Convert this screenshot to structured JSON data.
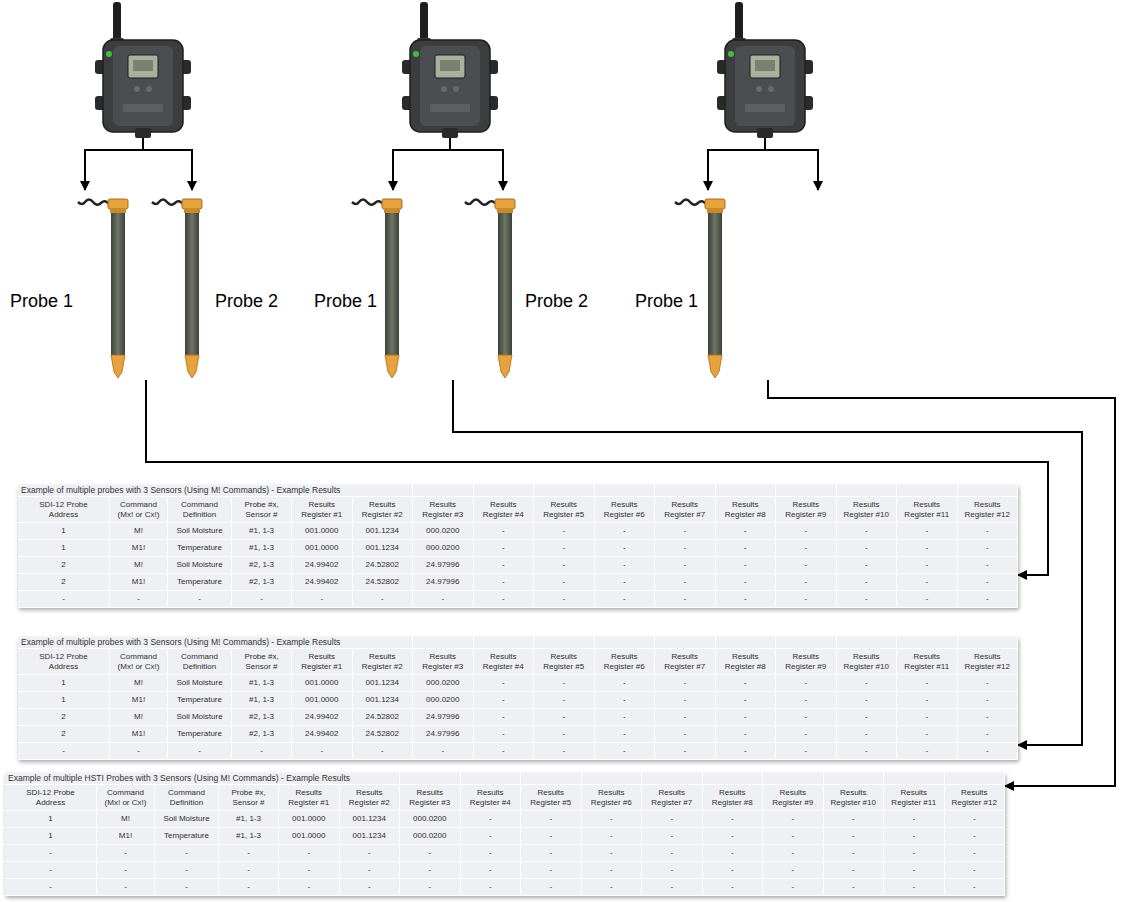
{
  "diagram": {
    "nodes": [
      {
        "text": [
          "Probe 1"
        ]
      },
      {
        "text": [
          "Probe 2"
        ]
      },
      {
        "text": [
          "Probe 1"
        ]
      },
      {
        "text": [
          "Probe 2"
        ]
      },
      {
        "text": [
          "Probe 1"
        ]
      },
      {
        "text": [
          "Example of multiple probes with 3 Sensors (Using M! Commands) - Example Results"
        ]
      },
      {
        "text": [
          "Example of multiple probes with 3 Sensors (Using M! Commands) - Example Results"
        ]
      },
      {
        "text": [
          "Example of multiple HSTI Probes with 3 Sensors (Using M! Commands) - Example Results"
        ]
      }
    ],
    "edges": [
      {
        "from": 0,
        "to": 5,
        "arrow": "to"
      },
      {
        "from": 2,
        "to": 6,
        "arrow": "to"
      },
      {
        "from": 4,
        "to": 7,
        "arrow": "to"
      }
    ],
    "labels": [
      "SDI-12 Probe Address",
      "Command (Mx! or Cx!)",
      "Command Definition",
      "Probe #x, Sensor #",
      "Results Register #1",
      "Results Register #2",
      "Results Register #3",
      "Results Register #4",
      "Results Register #5",
      "Results Register #6",
      "Results Register #7",
      "Results Register #8",
      "Results Register #9",
      "Results Register #10",
      "Results Register #11",
      "Results Register #12",
      "1",
      "M!",
      "Soil Moisture",
      "#1, 1-3",
      "001.0000",
      "001.1234",
      "000.0200",
      "-",
      "-",
      "-",
      "-",
      "-",
      "-",
      "-",
      "-",
      "-",
      "1",
      "M1!",
      "Temperature",
      "#1, 1-3",
      "001.0000",
      "001.1234",
      "000.0200",
      "-",
      "-",
      "-",
      "-",
      "-",
      "-",
      "-",
      "-",
      "-",
      "2",
      "M!",
      "Soil Moisture",
      "#2, 1-3",
      "24.99402",
      "24.52802",
      "24.97996",
      "-",
      "-",
      "-",
      "-",
      "-",
      "-",
      "-",
      "-",
      "-",
      "2",
      "M1!",
      "Temperature",
      "#2, 1-3",
      "24.99402",
      "24.52802",
      "24.97996",
      "-",
      "-",
      "-",
      "-",
      "-",
      "-",
      "-",
      "-",
      "-",
      "-",
      "-",
      "-",
      "-",
      "-",
      "-",
      "-",
      "-",
      "-",
      "-",
      "-",
      "-",
      "-",
      "-",
      "-",
      "-",
      "SDI-12 Probe Address",
      "Command (Mx! or Cx!)",
      "Command Definition",
      "Probe #x, Sensor #",
      "Results Register #1",
      "Results Register #2",
      "Results Register #3",
      "Results Register #4",
      "Results Register #5",
      "Results Register #6",
      "Results Register #7",
      "Results Register #8",
      "Results Register #9",
      "Results Register #10",
      "Results Register #11",
      "Results Register #12",
      "1",
      "M!",
      "Soil Moisture",
      "#1, 1-3",
      "001.0000",
      "001.1234",
      "000.0200",
      "-",
      "-",
      "-",
      "-",
      "-",
      "-",
      "-",
      "-",
      "-",
      "1",
      "M1!",
      "Temperature",
      "#1, 1-3",
      "001.0000",
      "001.1234",
      "000.0200",
      "-",
      "-",
      "-",
      "-",
      "-",
      "-",
      "-",
      "-",
      "-",
      "2",
      "M!",
      "Soil Moisture",
      "#2, 1-3",
      "24.99402",
      "24.52802",
      "24.97996",
      "-",
      "-",
      "-",
      "-",
      "-",
      "-",
      "-",
      "-",
      "-",
      "2",
      "M1!",
      "Temperature",
      "#2, 1-3",
      "24.99402",
      "24.52802",
      "24.97996",
      "-",
      "-",
      "-",
      "-",
      "-",
      "-",
      "-",
      "-",
      "-",
      "-",
      "-",
      "-",
      "-",
      "-",
      "-",
      "-",
      "-",
      "-",
      "-",
      "-",
      "-",
      "-",
      "-",
      "-",
      "-",
      "SDI-12 Probe Address",
      "Command (Mx! or Cx!)",
      "Command Definition",
      "Probe #x, Sensor #",
      "Results Register #1",
      "Results Register #2",
      "Results Register #3",
      "Results Register #4",
      "Results Register #5",
      "Results Register #6",
      "Results Register #7",
      "Results Register #8",
      "Results Register #9",
      "Results Register #10",
      "Results Register #11",
      "Results Register #12",
      "1",
      "M!",
      "Soil Moisture",
      "#1, 1-3",
      "001.0000",
      "001.1234",
      "000.0200",
      "-",
      "-",
      "-",
      "-",
      "-",
      "-",
      "-",
      "-",
      "-",
      "1",
      "M1!",
      "Temperature",
      "#1, 1-3",
      "001.0000",
      "001.1234",
      "000.0200",
      "-",
      "-",
      "-",
      "-",
      "-",
      "-",
      "-",
      "-",
      "-",
      "-",
      "-",
      "-",
      "-",
      "-",
      "-",
      "-",
      "-",
      "-",
      "-",
      "-",
      "-",
      "-",
      "-",
      "-",
      "-",
      "-",
      "-",
      "-",
      "-",
      "-",
      "-",
      "-",
      "-",
      "-",
      "-",
      "-",
      "-",
      "-",
      "-",
      "-",
      "-",
      "-",
      "-",
      "-",
      "-",
      "-",
      "-",
      "-",
      "-",
      "-",
      "-",
      "-",
      "-",
      "-",
      "-",
      "-",
      "-"
    ]
  }
}
